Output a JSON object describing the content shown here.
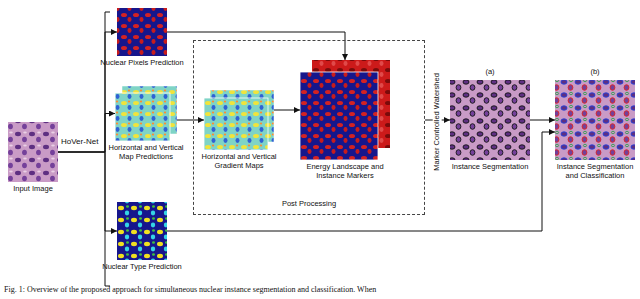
{
  "diagram": {
    "caption": "Fig. 1: Overview of the proposed approach for simultaneous nuclear instance segmentation and classification. When",
    "nodes": [
      {
        "text": [
          "Input Image"
        ]
      },
      {
        "text": [
          "Nuclear Pixels Prediction"
        ]
      },
      {
        "text": [
          "Horizontal and Vertical Map Predictions"
        ]
      },
      {
        "text": [
          "Nuclear Type Prediction"
        ]
      },
      {
        "text": [
          "Post Processing"
        ]
      },
      {
        "text": [
          "Horizontal and Vertical Gradient Maps"
        ],
        "in": 4
      },
      {
        "text": [
          "Energy Landscape and Instance Markers"
        ],
        "in": 4
      },
      {
        "text": [
          "(a)",
          "Instance Segmentation"
        ]
      },
      {
        "text": [
          "(b)",
          "Instance Segmentation and Classification"
        ]
      }
    ],
    "edges": [
      {
        "from": 0,
        "to": 1,
        "arrow": "to"
      },
      {
        "from": 0,
        "to": 2,
        "arrow": "to"
      },
      {
        "from": 0,
        "to": 3,
        "arrow": "to"
      },
      {
        "from": 1,
        "to": 6,
        "arrow": "to"
      },
      {
        "from": 2,
        "to": 5,
        "arrow": "to"
      },
      {
        "from": 5,
        "to": 6,
        "arrow": "to"
      },
      {
        "from": 4,
        "to": 7,
        "arrow": "to"
      },
      {
        "from": 7,
        "to": 8,
        "arrow": "to"
      },
      {
        "from": 3,
        "to": 8,
        "arrow": "to"
      }
    ],
    "labels": [
      "HoVer-Net",
      "Marker Controlled Watershed"
    ]
  }
}
